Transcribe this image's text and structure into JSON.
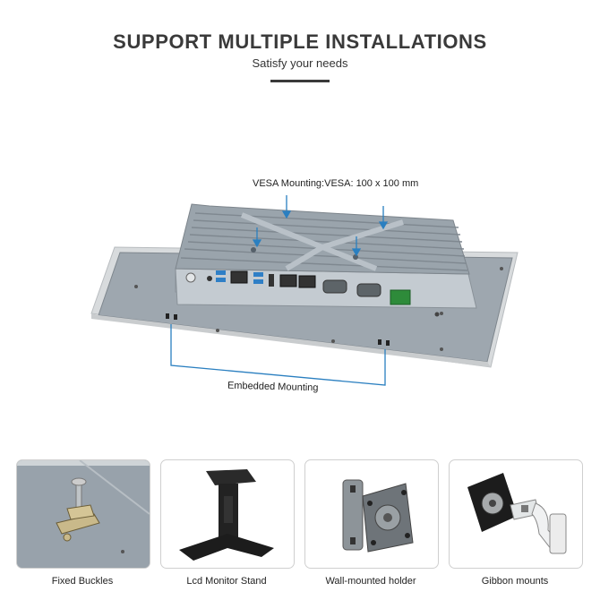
{
  "header": {
    "title": "SUPPORT MULTIPLE INSTALLATIONS",
    "subtitle": "Satisfy your needs"
  },
  "hero": {
    "vesa_label": "VESA Mounting:VESA: 100 x 100 mm",
    "embedded_label": "Embedded Mounting"
  },
  "options": [
    {
      "label": "Fixed Buckles"
    },
    {
      "label": "Lcd Monitor Stand"
    },
    {
      "label": "Wall-mounted holder"
    },
    {
      "label": "Gibbon mounts"
    }
  ],
  "colors": {
    "accent": "#2a7fc0",
    "chassis": "#a9b2ba",
    "panel": "#9aa3ab",
    "title": "#3a3a3a"
  }
}
